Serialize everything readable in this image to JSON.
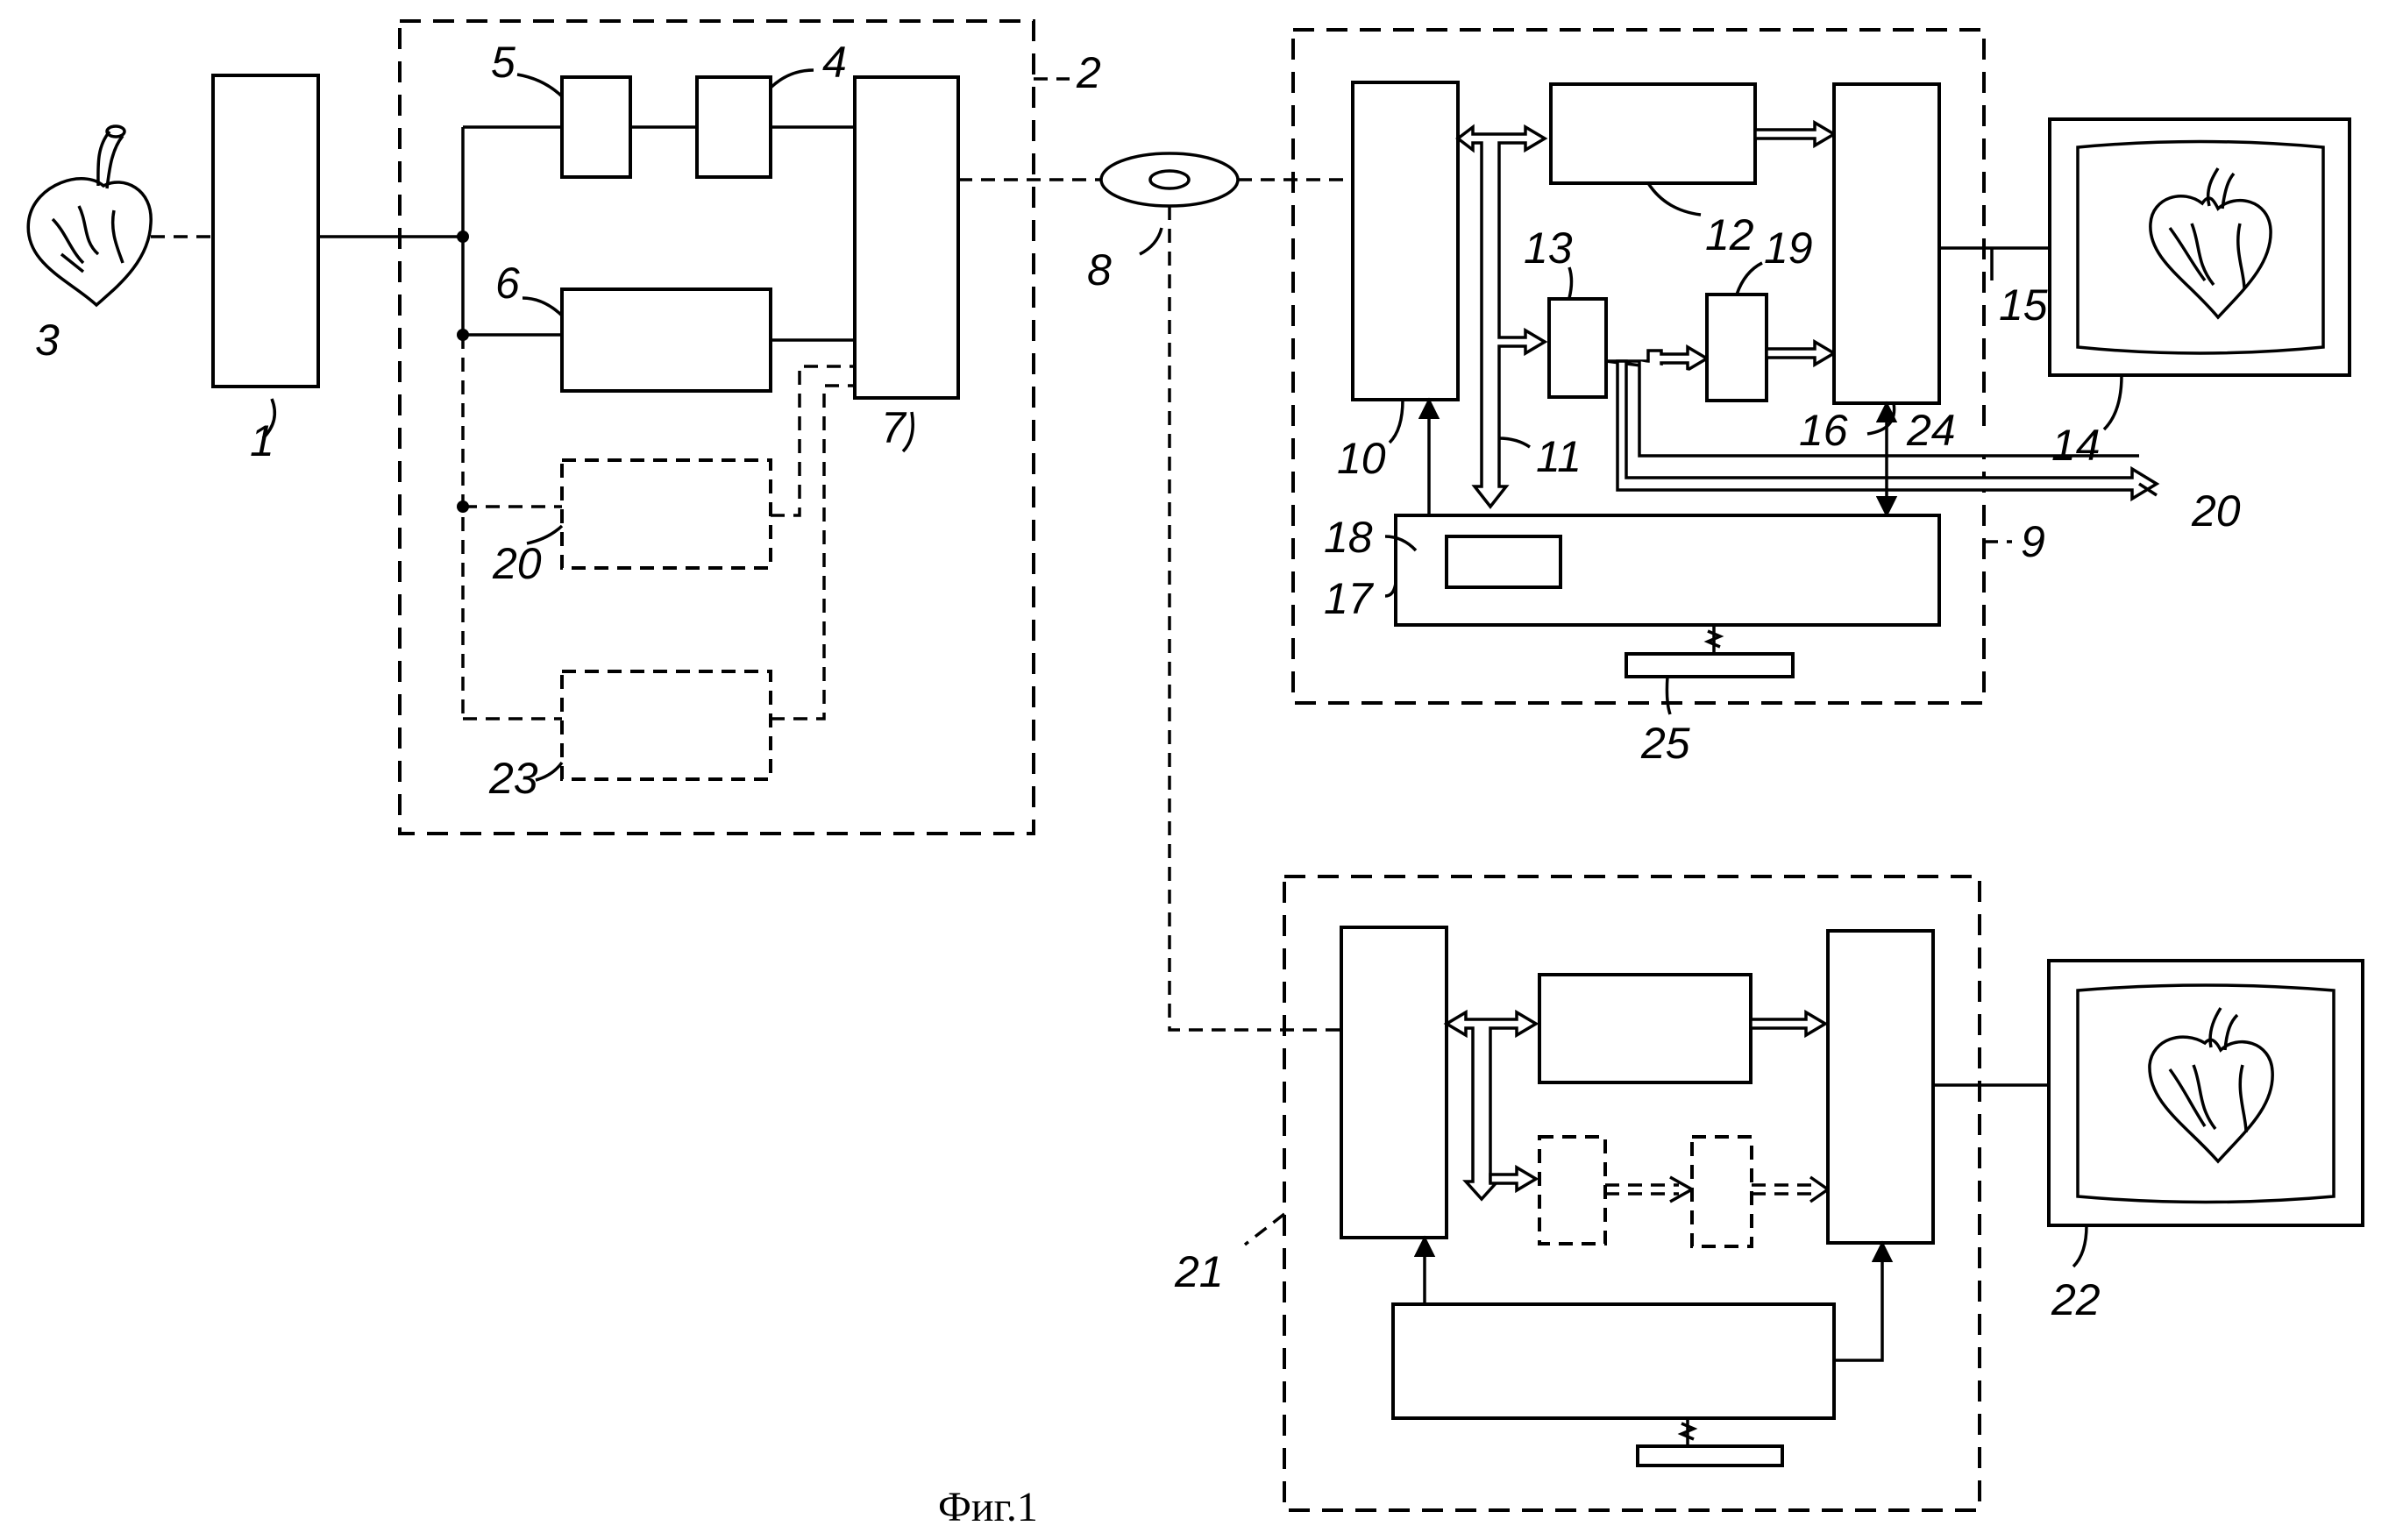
{
  "caption": "Фиг.1",
  "labels": {
    "l1": "1",
    "l2": "2",
    "l3": "3",
    "l4": "4",
    "l5": "5",
    "l6": "6",
    "l7": "7",
    "l8": "8",
    "l9": "9",
    "l10": "10",
    "l11": "11",
    "l12": "12",
    "l13": "13",
    "l14": "14",
    "l15": "15",
    "l16": "16",
    "l17": "17",
    "l18": "18",
    "l19": "19",
    "l20a": "20",
    "l20b": "20",
    "l21": "21",
    "l22": "22",
    "l23": "23",
    "l24": "24",
    "l25": "25"
  }
}
